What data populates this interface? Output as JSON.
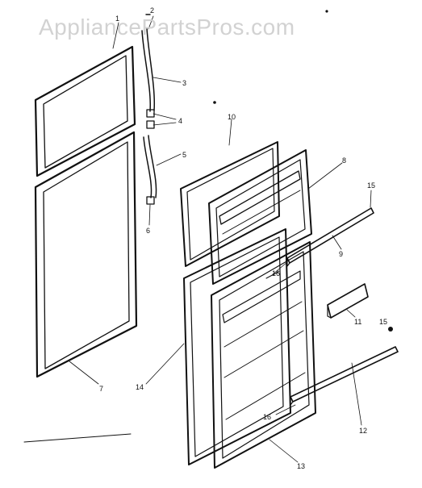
{
  "watermark": "AppliancePartsPros.com",
  "callouts": {
    "c1": "1",
    "c2": "2",
    "c3": "3",
    "c4": "4",
    "c5": "5",
    "c6": "6",
    "c7": "7",
    "c8": "8",
    "c9": "9",
    "c10": "10",
    "c11": "11",
    "c12": "12",
    "c13": "13",
    "c14": "14",
    "c15a": "15",
    "c15b": "15",
    "c16a": "16",
    "c16b": "16"
  },
  "colors": {
    "ink": "#111111",
    "watermark": "#d2d2d2",
    "background": "#ffffff"
  }
}
